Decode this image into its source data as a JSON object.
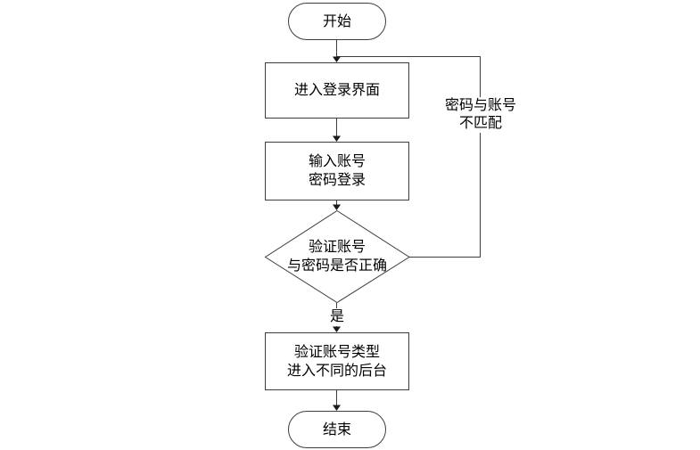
{
  "flowchart": {
    "nodes": {
      "start": "开始",
      "enter_login": "进入登录界面",
      "input_credentials": "输入账号\n密码登录",
      "verify_credentials": "验证账号\n与密码是否正确",
      "verify_account_type": "验证账号类型\n进入不同的后台",
      "end": "结束"
    },
    "edge_labels": {
      "yes": "是",
      "no_match": "密码与账号\n不匹配"
    },
    "colors": {
      "stroke": "#3d3d3d",
      "node_fill": "#ffffff",
      "text": "#000000",
      "background": "#ffffff"
    }
  }
}
